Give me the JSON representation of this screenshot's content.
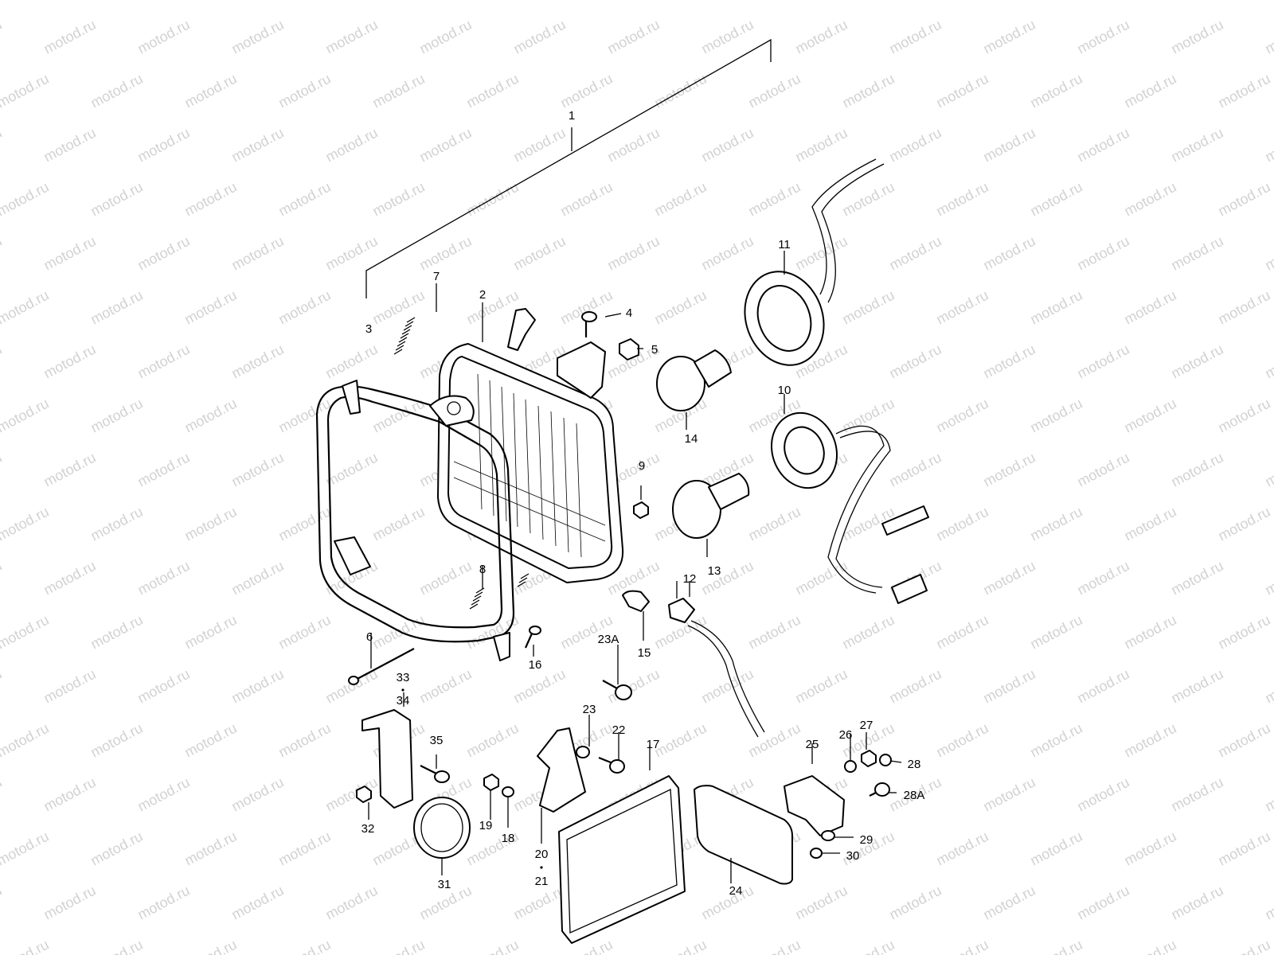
{
  "diagram": {
    "watermark": "motod.ru",
    "callouts": [
      {
        "id": "c1",
        "label": "1"
      },
      {
        "id": "c2",
        "label": "2"
      },
      {
        "id": "c3",
        "label": "3"
      },
      {
        "id": "c4",
        "label": "4"
      },
      {
        "id": "c5",
        "label": "5"
      },
      {
        "id": "c6",
        "label": "6"
      },
      {
        "id": "c7",
        "label": "7"
      },
      {
        "id": "c8",
        "label": "8"
      },
      {
        "id": "c9",
        "label": "9"
      },
      {
        "id": "c10",
        "label": "10"
      },
      {
        "id": "c11",
        "label": "11"
      },
      {
        "id": "c12",
        "label": "12"
      },
      {
        "id": "c13",
        "label": "13"
      },
      {
        "id": "c14",
        "label": "14"
      },
      {
        "id": "c15",
        "label": "15"
      },
      {
        "id": "c16",
        "label": "16"
      },
      {
        "id": "c17",
        "label": "17"
      },
      {
        "id": "c18",
        "label": "18"
      },
      {
        "id": "c19",
        "label": "19"
      },
      {
        "id": "c20",
        "label": "20"
      },
      {
        "id": "c21",
        "label": "21"
      },
      {
        "id": "c22",
        "label": "22"
      },
      {
        "id": "c23",
        "label": "23"
      },
      {
        "id": "c23a",
        "label": "23A"
      },
      {
        "id": "c24",
        "label": "24"
      },
      {
        "id": "c25",
        "label": "25"
      },
      {
        "id": "c26",
        "label": "26"
      },
      {
        "id": "c27",
        "label": "27"
      },
      {
        "id": "c28",
        "label": "28"
      },
      {
        "id": "c28a",
        "label": "28A"
      },
      {
        "id": "c29",
        "label": "29"
      },
      {
        "id": "c30",
        "label": "30"
      },
      {
        "id": "c31",
        "label": "31"
      },
      {
        "id": "c32",
        "label": "32"
      },
      {
        "id": "c33",
        "label": "33"
      },
      {
        "id": "c34",
        "label": "34"
      },
      {
        "id": "c35",
        "label": "35"
      }
    ]
  }
}
